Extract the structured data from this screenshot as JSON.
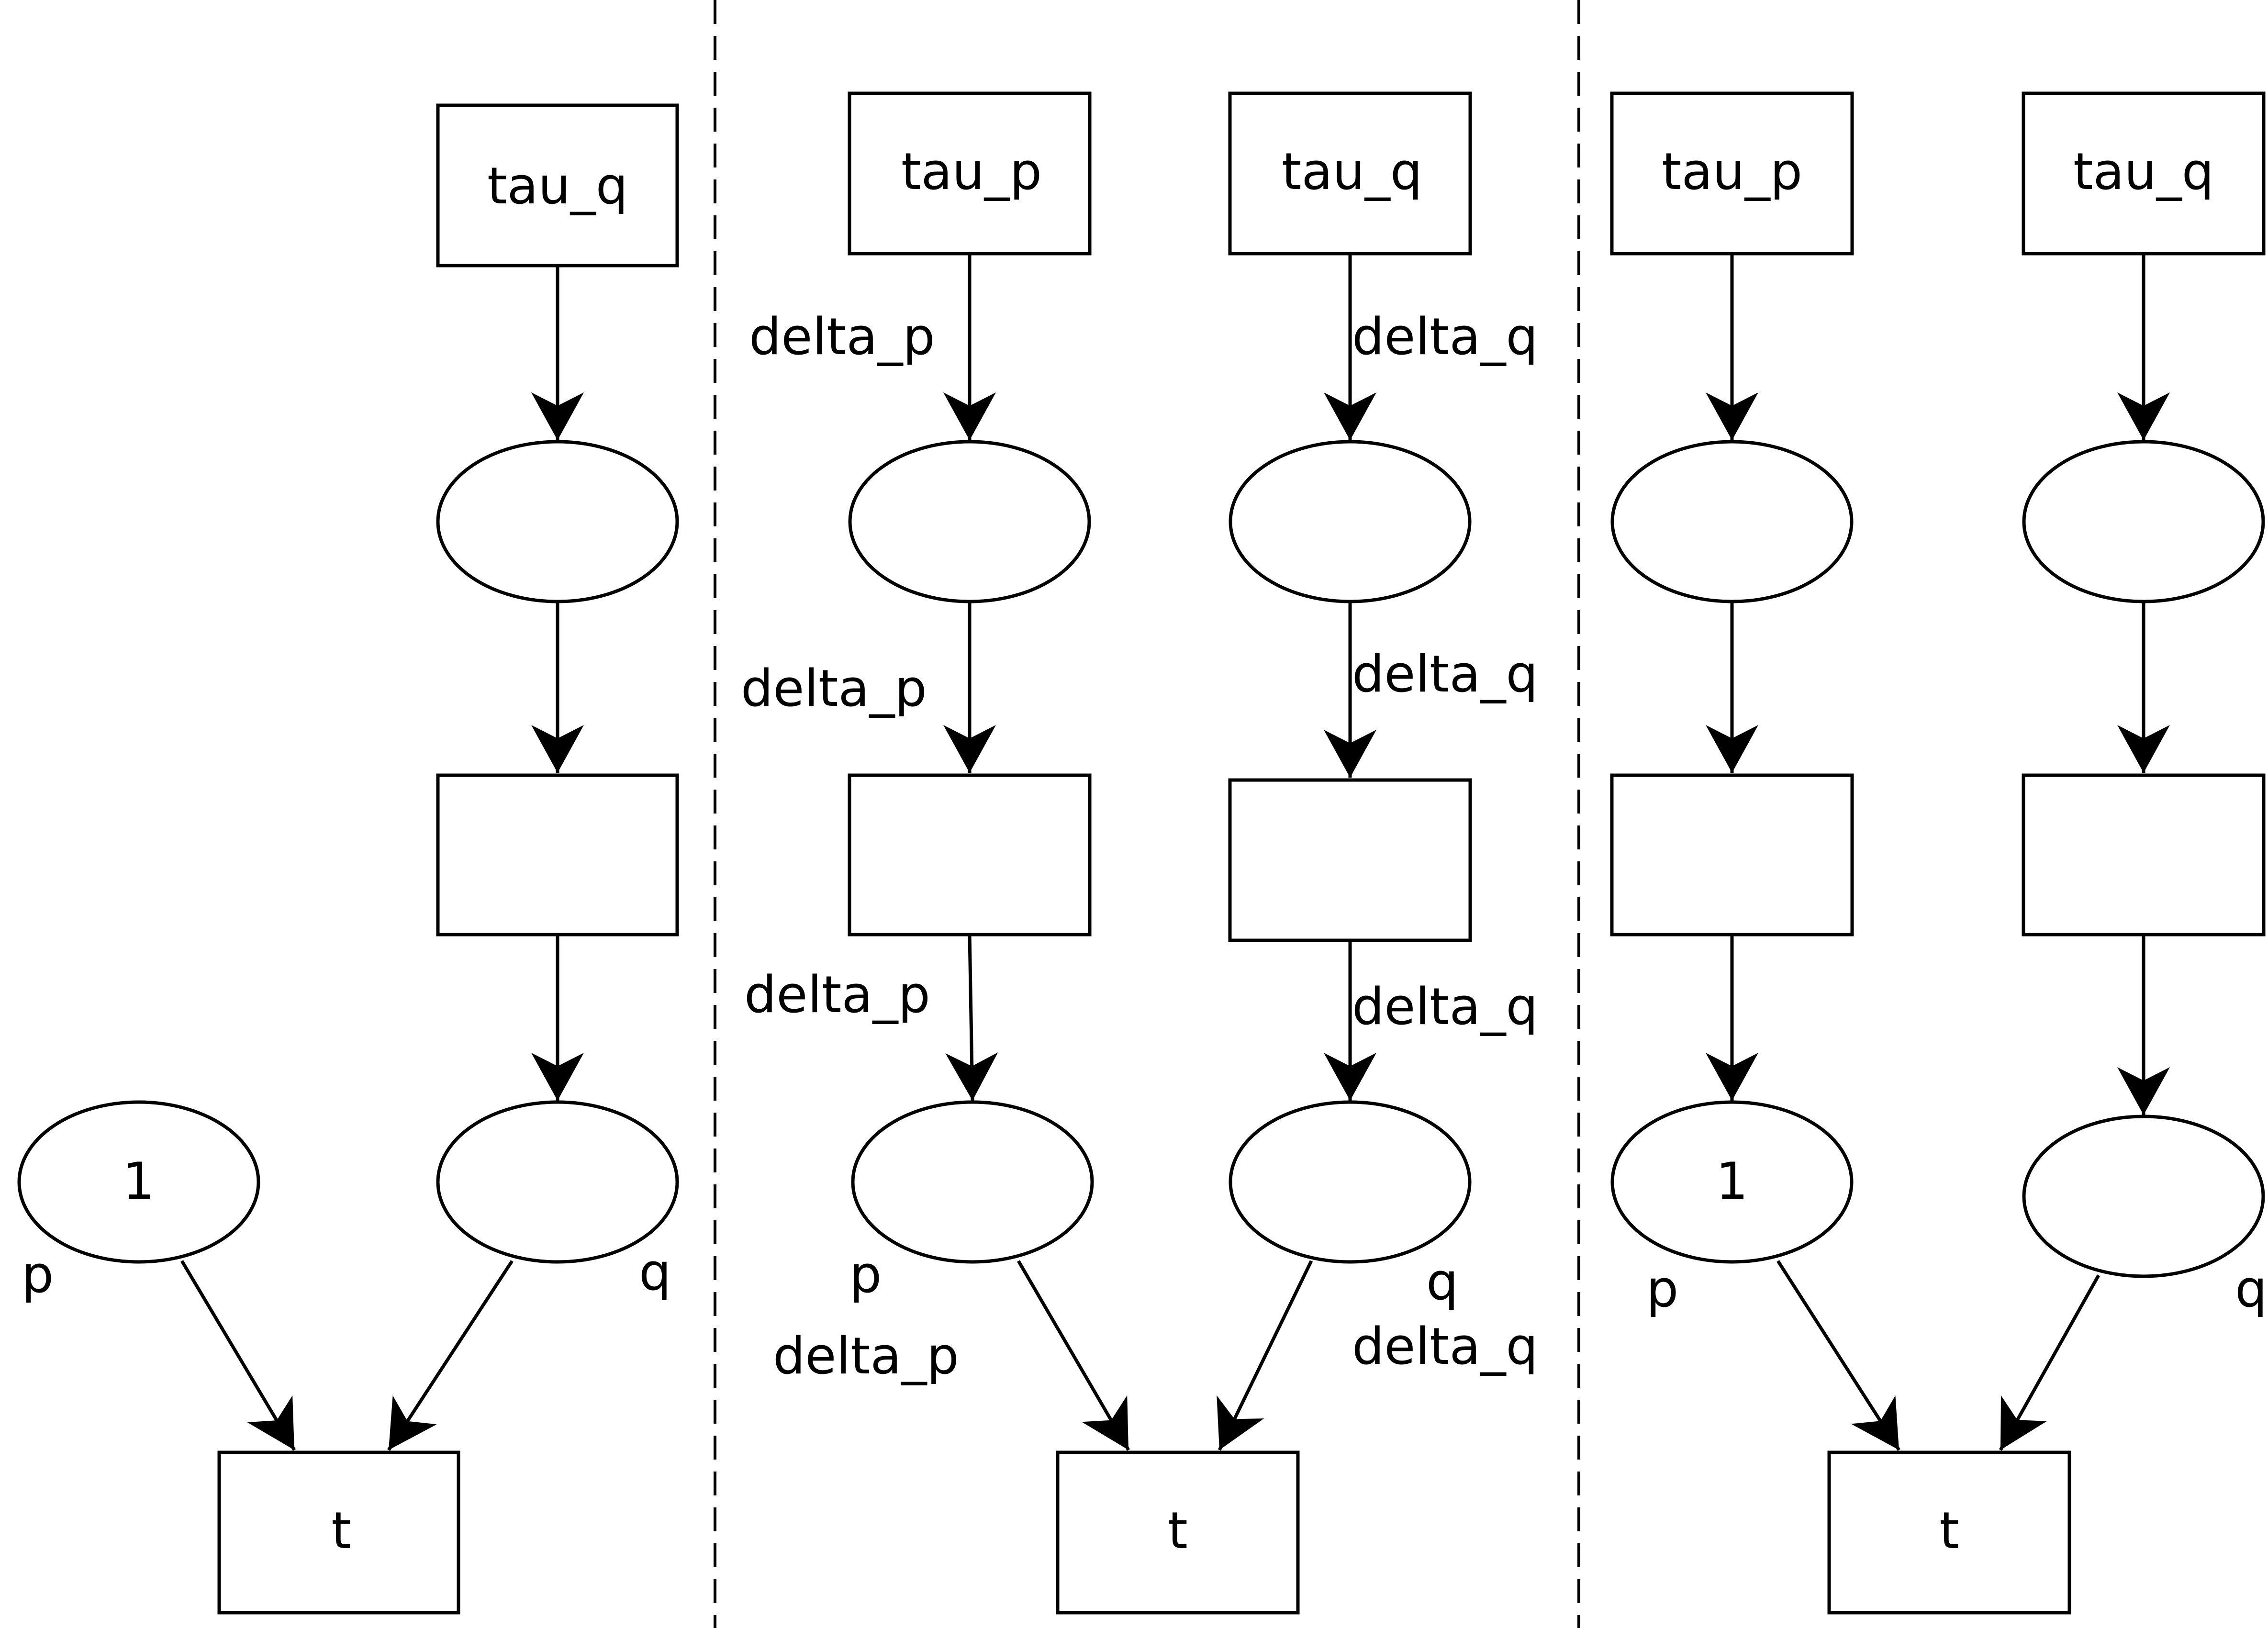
{
  "colors": {
    "stroke": "#000000",
    "fill": "#ffffff",
    "text": "#000000"
  },
  "panel1": {
    "top_transition": "tau_q",
    "place_p_token": "1",
    "label_p": "p",
    "label_q": "q",
    "bottom_transition": "t"
  },
  "panel2": {
    "top_transition_p": "tau_p",
    "top_transition_q": "tau_q",
    "arc_label_p_1": "delta_p",
    "arc_label_p_2": "delta_p",
    "arc_label_p_3": "delta_p",
    "arc_label_p_4": "delta_p",
    "arc_label_q_1": "delta_q",
    "arc_label_q_2": "delta_q",
    "arc_label_q_3": "delta_q",
    "arc_label_q_4": "delta_q",
    "label_p": "p",
    "label_q": "q",
    "bottom_transition": "t"
  },
  "panel3": {
    "top_transition_p": "tau_p",
    "top_transition_q": "tau_q",
    "place_p_token": "1",
    "label_p": "p",
    "label_q": "q",
    "bottom_transition": "t"
  }
}
